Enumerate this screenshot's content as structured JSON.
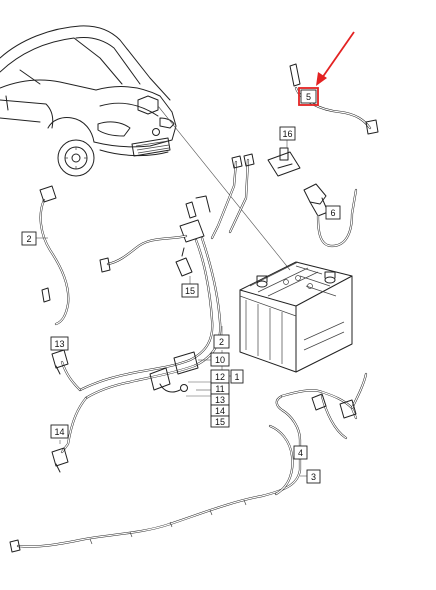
{
  "callouts": {
    "c1": "1",
    "c2a": "2",
    "c2b": "2",
    "c3": "3",
    "c4": "4",
    "c5": "5",
    "c6": "6",
    "c10": "10",
    "c11": "11",
    "c12": "12",
    "c13a": "13",
    "c13b": "13",
    "c14a": "14",
    "c14b": "14",
    "c15a": "15",
    "c15b": "15",
    "c16": "16"
  },
  "highlight": {
    "target": "5",
    "color": "#e32222"
  }
}
